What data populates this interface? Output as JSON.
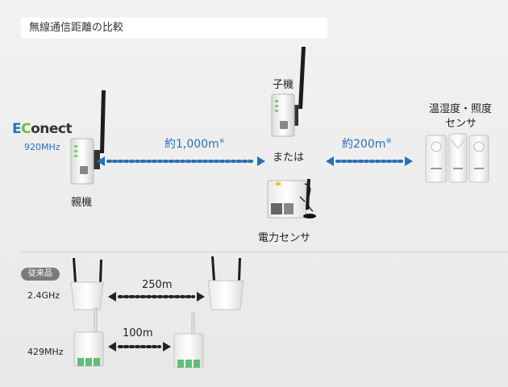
{
  "header": {
    "title": "無線通信距離の比較"
  },
  "econnect": {
    "logo_text": "EConect",
    "frequency": "920MHz"
  },
  "labels": {
    "parent": "親機",
    "child": "子機",
    "or": "または",
    "power_sensor": "電力センサ",
    "env_sensor_line1": "温湿度・照度",
    "env_sensor_line2": "センサ"
  },
  "distances": {
    "d1000": "約1,000m",
    "d1000_note": "※",
    "d200": "約200m",
    "d200_note": "※"
  },
  "conventional": {
    "badge": "従来品",
    "freq_24": "2.4GHz",
    "dist_24": "250m",
    "freq_429": "429MHz",
    "dist_429": "100m"
  },
  "colors": {
    "arrow_blue": "#2a6fb5",
    "arrow_dark": "#222222",
    "badge_gray": "#7b7b7b"
  }
}
